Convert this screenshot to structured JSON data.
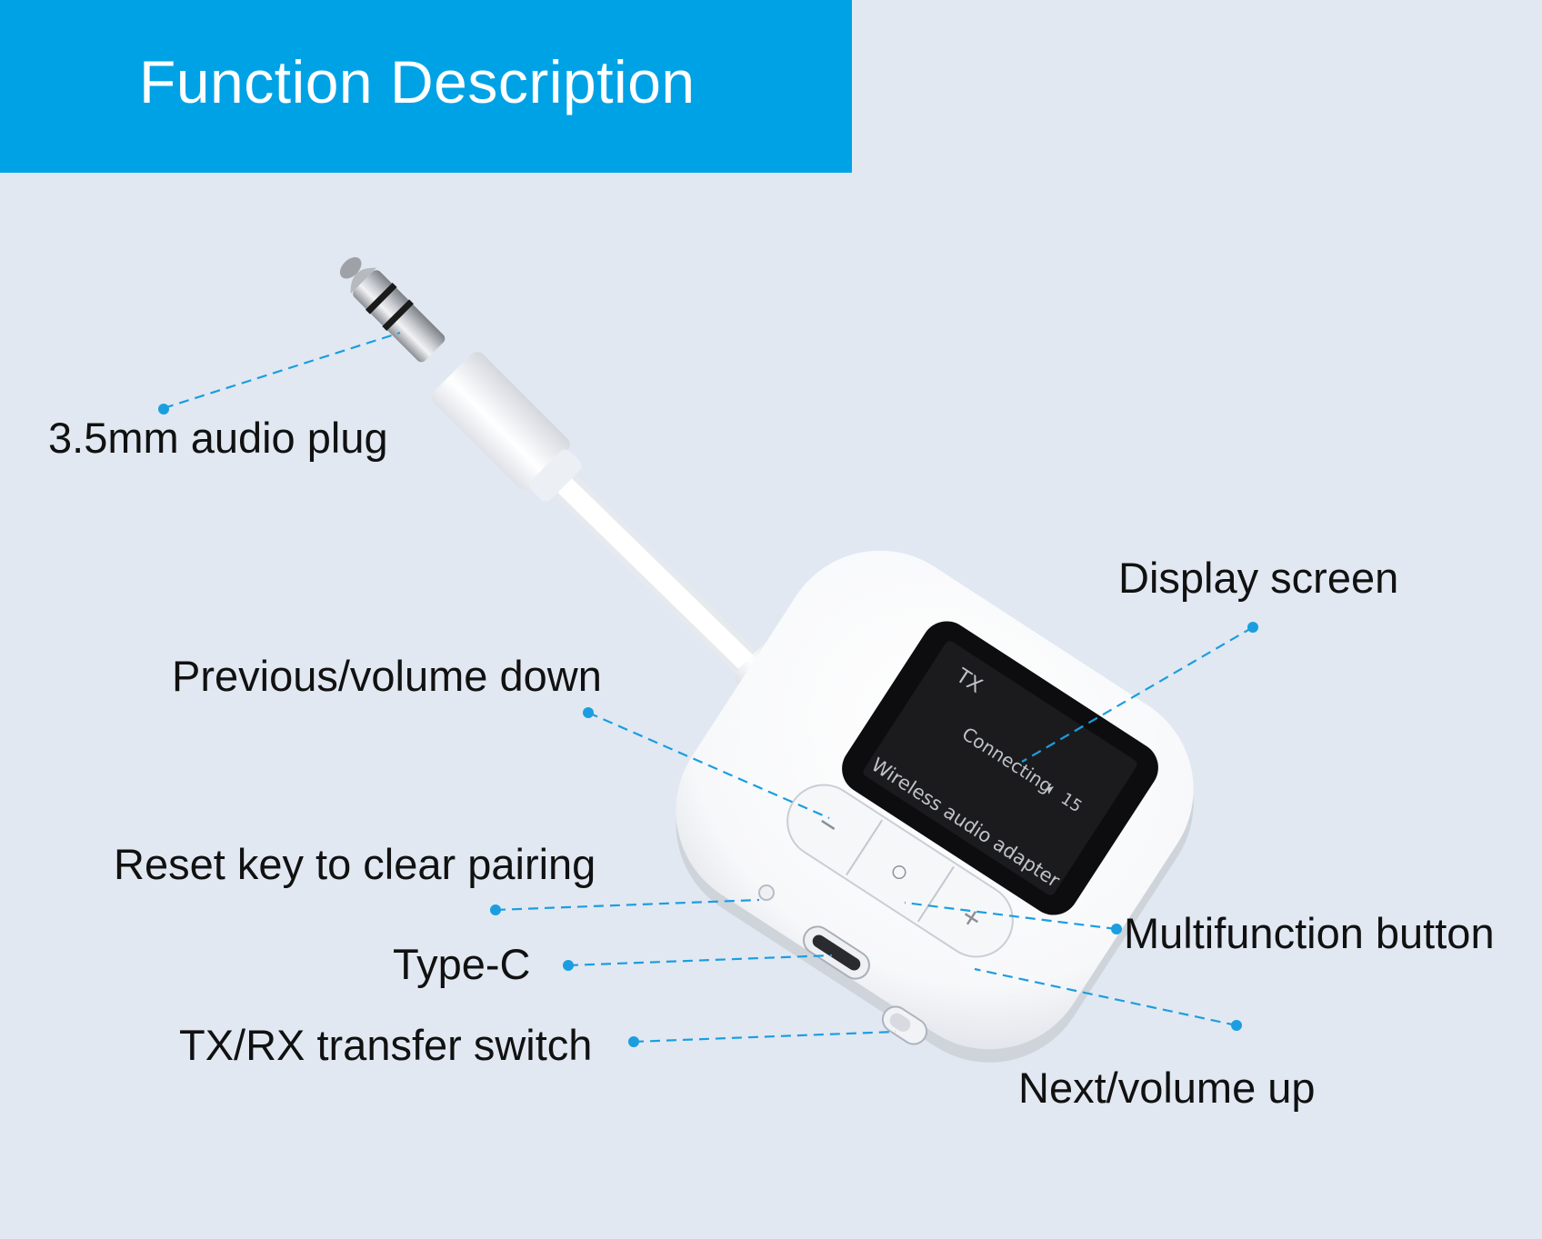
{
  "header": {
    "title": "Function Description",
    "background": "#00a2e6",
    "text_color": "#ffffff"
  },
  "device": {
    "screen": {
      "mode": "TX",
      "status": "Connecting",
      "volume": "15",
      "product_name": "Wireless audio adapter"
    },
    "buttons": {
      "minus_symbol": "−",
      "center_symbol": "○",
      "plus_symbol": "+"
    }
  },
  "callouts": [
    {
      "label": "3.5mm audio plug"
    },
    {
      "label": "Display screen"
    },
    {
      "label": "Previous/volume down"
    },
    {
      "label": "Reset key to clear pairing"
    },
    {
      "label": "Multifunction button"
    },
    {
      "label": "Type-C"
    },
    {
      "label": "TX/RX transfer switch"
    },
    {
      "label": "Next/volume up"
    }
  ],
  "colors": {
    "background": "#e1e8f2",
    "callout_line": "#1b9ee0",
    "device_body": "#ffffff",
    "screen": "#0d0d0f"
  }
}
